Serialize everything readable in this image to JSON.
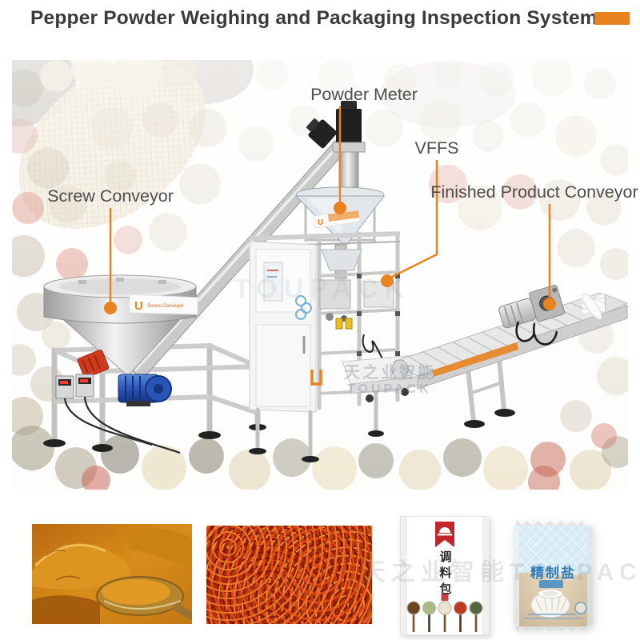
{
  "header": {
    "title": "Pepper Powder Weighing and Packaging Inspection System"
  },
  "callouts": {
    "powder_meter": "Powder Meter",
    "vffs": "VFFS",
    "screw_conveyor": "Screw Conveyor",
    "finished_product_conveyor": "Finished Product Conveyor"
  },
  "machine": {
    "brand_letter": "U",
    "screw_strip_text": "Screw Conveyor"
  },
  "watermark": {
    "cn": "天之业智能",
    "en": "TOUPACK"
  },
  "gallery": {
    "seasoning_packet": {
      "title_vertical": "调料包"
    },
    "salt_packet": {
      "title": "精制盐"
    }
  },
  "colors": {
    "accent_orange": "#e8831f",
    "title_text": "#3a3a3a",
    "label_text": "#4d4d4d",
    "packet_red": "#c3272b",
    "salt_blue": "#2a7ab5"
  }
}
